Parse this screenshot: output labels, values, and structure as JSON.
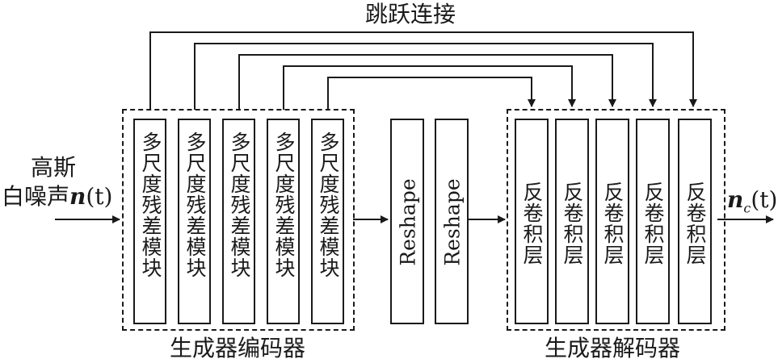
{
  "skip_label": "跳跃连接",
  "input_label_line1": "高斯",
  "input_label_line2_text": "白噪声",
  "input_symbol": "n",
  "input_arg": "(t)",
  "output_symbol": "n",
  "output_sub": "c",
  "output_arg": "(t)",
  "encoder": {
    "caption": "生成器编码器",
    "blocks": [
      "多尺度残差模块",
      "多尺度残差模块",
      "多尺度残差模块",
      "多尺度残差模块",
      "多尺度残差模块"
    ]
  },
  "middle": {
    "blocks": [
      "Reshape",
      "Reshape"
    ]
  },
  "decoder": {
    "caption": "生成器解码器",
    "blocks": [
      "反卷积层",
      "反卷积层",
      "反卷积层",
      "反卷积层",
      "反卷积层"
    ]
  }
}
